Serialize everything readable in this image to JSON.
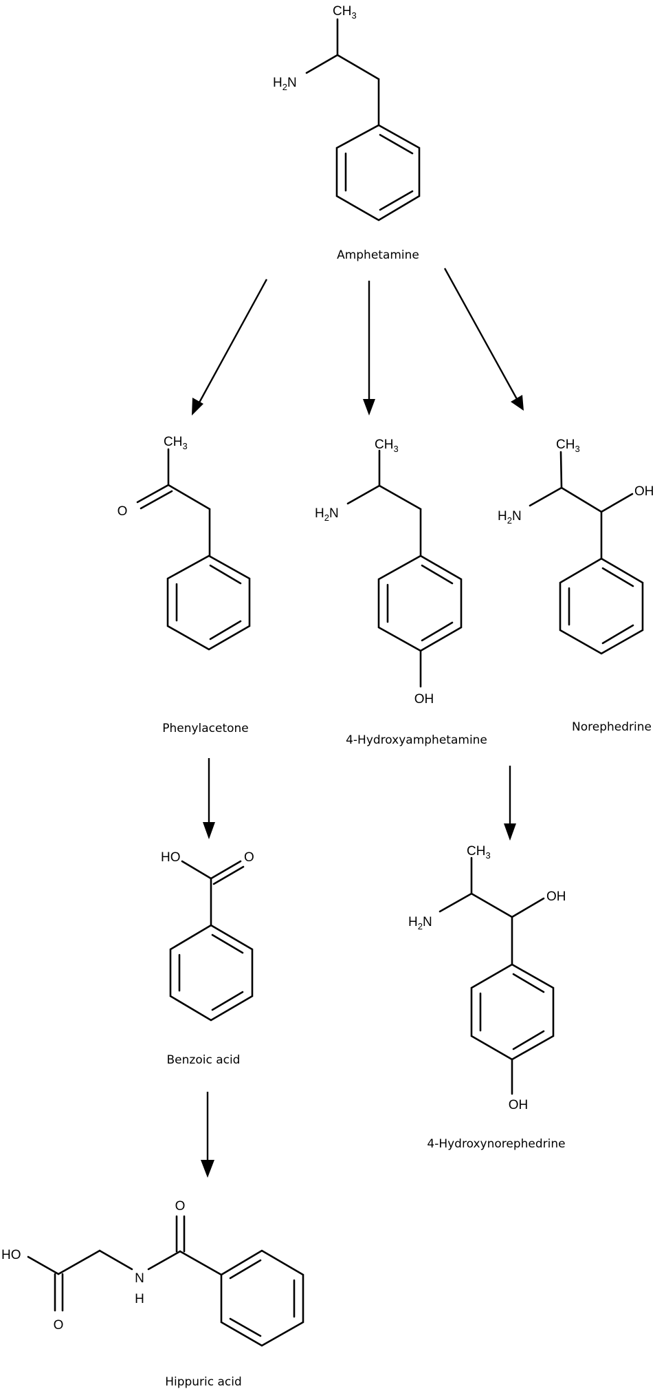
{
  "title": "Amphetamine metabolic pathway",
  "colors": {
    "ink": "#000000",
    "background": "#ffffff"
  },
  "molecules": {
    "amphetamine": {
      "name": "Amphetamine",
      "atoms": {
        "methyl": "CH",
        "methyl_sub": "3",
        "amine": "H",
        "amine_sub": "2",
        "amine_n": "N"
      }
    },
    "phenylacetone": {
      "name": "Phenylacetone",
      "atoms": {
        "methyl": "CH",
        "methyl_sub": "3",
        "oxygen": "O"
      }
    },
    "hydroxyamphetamine": {
      "name": "4-Hydroxyamphetamine",
      "atoms": {
        "methyl": "CH",
        "methyl_sub": "3",
        "amine": "H",
        "amine_sub": "2",
        "amine_n": "N",
        "hydroxyl": "OH"
      }
    },
    "norephedrine": {
      "name": "Norephedrine",
      "atoms": {
        "methyl": "CH",
        "methyl_sub": "3",
        "amine": "H",
        "amine_sub": "2",
        "amine_n": "N",
        "hydroxyl": "OH"
      }
    },
    "benzoic_acid": {
      "name": "Benzoic acid",
      "atoms": {
        "hydroxyl": "HO",
        "oxygen": "O"
      }
    },
    "hydroxynorephedrine": {
      "name": "4-Hydroxynorephedrine",
      "atoms": {
        "methyl": "CH",
        "methyl_sub": "3",
        "amine": "H",
        "amine_sub": "2",
        "amine_n": "N",
        "hydroxyl": "OH",
        "ring_hydroxyl": "OH"
      }
    },
    "hippuric_acid": {
      "name": "Hippuric acid",
      "atoms": {
        "hydroxyl": "HO",
        "acid_oxygen": "O",
        "amide_n": "N",
        "amide_h": "H",
        "amide_oxygen": "O"
      }
    }
  },
  "pathway": [
    {
      "from": "Amphetamine",
      "to": "Phenylacetone"
    },
    {
      "from": "Amphetamine",
      "to": "4-Hydroxyamphetamine"
    },
    {
      "from": "Amphetamine",
      "to": "Norephedrine"
    },
    {
      "from": "Phenylacetone",
      "to": "Benzoic acid"
    },
    {
      "from": "Benzoic acid",
      "to": "Hippuric acid"
    },
    {
      "from": "4-Hydroxyamphetamine",
      "to": "4-Hydroxynorephedrine"
    }
  ]
}
